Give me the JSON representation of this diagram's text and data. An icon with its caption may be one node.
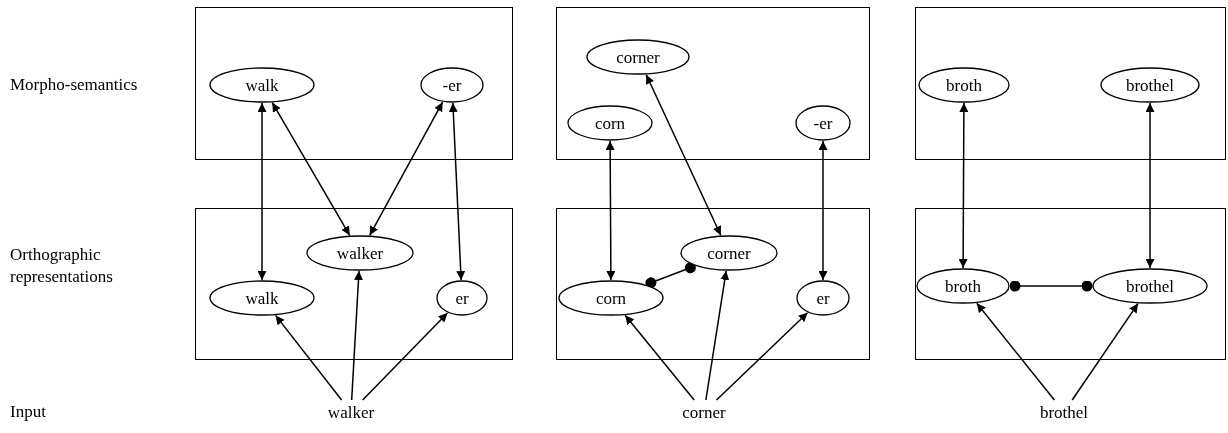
{
  "diagram": {
    "nodes": [
      {
        "text": [],
        "shape": "box"
      },
      {
        "text": [
          "walk"
        ],
        "in": 0
      },
      {
        "text": [
          "-er"
        ],
        "in": 0
      },
      {
        "text": [],
        "shape": "box"
      },
      {
        "text": [
          "corner"
        ],
        "in": 3
      },
      {
        "text": [
          "corn"
        ],
        "in": 3
      },
      {
        "text": [
          "-er"
        ],
        "in": 3
      },
      {
        "text": [],
        "shape": "box"
      },
      {
        "text": [
          "broth"
        ],
        "in": 7
      },
      {
        "text": [
          "brothel"
        ],
        "in": 7
      },
      {
        "text": [],
        "shape": "box"
      },
      {
        "text": [
          "walker"
        ],
        "in": 10
      },
      {
        "text": [
          "walk"
        ],
        "in": 10
      },
      {
        "text": [
          "er"
        ],
        "in": 10
      },
      {
        "text": [],
        "shape": "box"
      },
      {
        "text": [
          "corner"
        ],
        "in": 14
      },
      {
        "text": [
          "corn"
        ],
        "in": 14
      },
      {
        "text": [
          "er"
        ],
        "in": 14
      },
      {
        "text": [],
        "shape": "box"
      },
      {
        "text": [
          "broth"
        ],
        "in": 18
      },
      {
        "text": [
          "brothel"
        ],
        "in": 18
      },
      {
        "text": [
          "walker"
        ]
      },
      {
        "text": [
          "corner"
        ]
      },
      {
        "text": [
          "brothel"
        ]
      }
    ],
    "edges": [
      {
        "from": 1,
        "to": 12,
        "arrow": "both"
      },
      {
        "from": 1,
        "to": 11,
        "arrow": "both"
      },
      {
        "from": 2,
        "to": 11,
        "arrow": "both"
      },
      {
        "from": 2,
        "to": 13,
        "arrow": "both"
      },
      {
        "from": 21,
        "to": 12,
        "arrow": "to"
      },
      {
        "from": 21,
        "to": 11,
        "arrow": "to"
      },
      {
        "from": 21,
        "to": 13,
        "arrow": "to"
      },
      {
        "from": 5,
        "to": 16,
        "arrow": "both"
      },
      {
        "from": 4,
        "to": 15,
        "arrow": "both"
      },
      {
        "from": 6,
        "to": 17,
        "arrow": "both"
      },
      {
        "from": 16,
        "to": 15,
        "arrow": "other"
      },
      {
        "from": 22,
        "to": 16,
        "arrow": "to"
      },
      {
        "from": 22,
        "to": 15,
        "arrow": "to"
      },
      {
        "from": 22,
        "to": 17,
        "arrow": "to"
      },
      {
        "from": 8,
        "to": 19,
        "arrow": "both"
      },
      {
        "from": 9,
        "to": 20,
        "arrow": "both"
      },
      {
        "from": 19,
        "to": 20,
        "arrow": "other"
      },
      {
        "from": 23,
        "to": 19,
        "arrow": "to"
      },
      {
        "from": 23,
        "to": 20,
        "arrow": "to"
      }
    ],
    "labels": [
      "Morpho-semantics",
      "Orthographic representations",
      "Input"
    ]
  }
}
